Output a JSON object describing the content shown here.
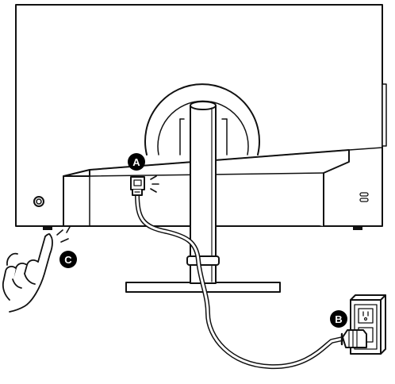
{
  "markers": {
    "a": {
      "letter": "A"
    },
    "b": {
      "letter": "B"
    },
    "c": {
      "letter": "C"
    }
  },
  "colors": {
    "stroke": "#111111",
    "fill": "#ffffff",
    "marker_fill": "#000000",
    "cable": "#ffffff"
  },
  "icons": [
    "power-button-icon",
    "kensington-lock-icon",
    "power-connector-icon",
    "wall-outlet-icon",
    "power-plug-icon",
    "hand-icon",
    "press-indicator-icon",
    "connect-indicator-icon"
  ]
}
